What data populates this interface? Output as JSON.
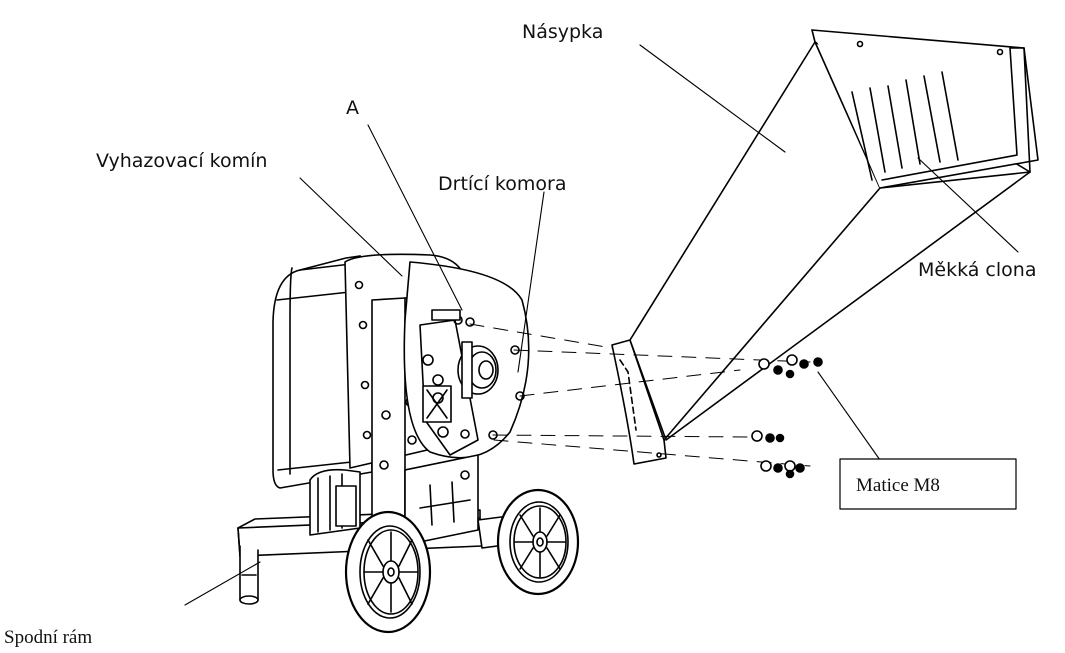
{
  "labels": {
    "hopper": "Násypka",
    "part_a": "A",
    "discharge_chute": "Vyhazovací komín",
    "crushing_chamber": "Drtící komora",
    "soft_flap": "Měkká clona",
    "nut": "Matice M8",
    "bottom_frame": "Spodní rám"
  }
}
